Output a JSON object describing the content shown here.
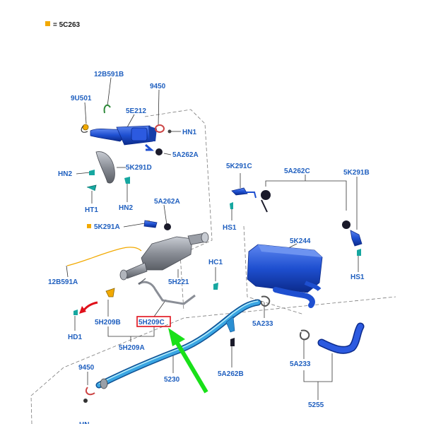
{
  "legend": {
    "marker_color": "#f2a900",
    "text": "= 5C263"
  },
  "labels": {
    "l12B591B": "12B591B",
    "l9450_top": "9450",
    "l9U501": "9U501",
    "l5E212": "5E212",
    "lHN1": "HN1",
    "l5A262A_top": "5A262A",
    "lHN2_left": "HN2",
    "l5K291D": "5K291D",
    "lHT1": "HT1",
    "lHN2_bottom": "HN2",
    "l5A262A_mid": "5A262A",
    "l5K291A": "5K291A",
    "l5K291C": "5K291C",
    "l5A262C": "5A262C",
    "l5K291B": "5K291B",
    "lHS1_left": "HS1",
    "l5K244": "5K244",
    "lHS1_right": "HS1",
    "lHC1": "HC1",
    "l12B591A": "12B591A",
    "l5H221": "5H221",
    "l5H209B": "5H209B",
    "l5H209C": "5H209C",
    "l5H209A": "5H209A",
    "lHD1": "HD1",
    "l5A233_mid": "5A233",
    "l5A233_bottom": "5A233",
    "l5A262B": "5A262B",
    "l9450_bottom": "9450",
    "l5230": "5230",
    "l5255": "5255",
    "lHN_partial": "HN"
  },
  "colors": {
    "label": "#1f5fbf",
    "part_blue": "#1e4fd0",
    "part_dark": "#0b2a8a",
    "highlight_box": "#e0101a",
    "arrow_green": "#19e019",
    "arrow_red": "#e0101a",
    "heat_shield": "#8a8e96",
    "clip_teal": "#16a7a0"
  }
}
